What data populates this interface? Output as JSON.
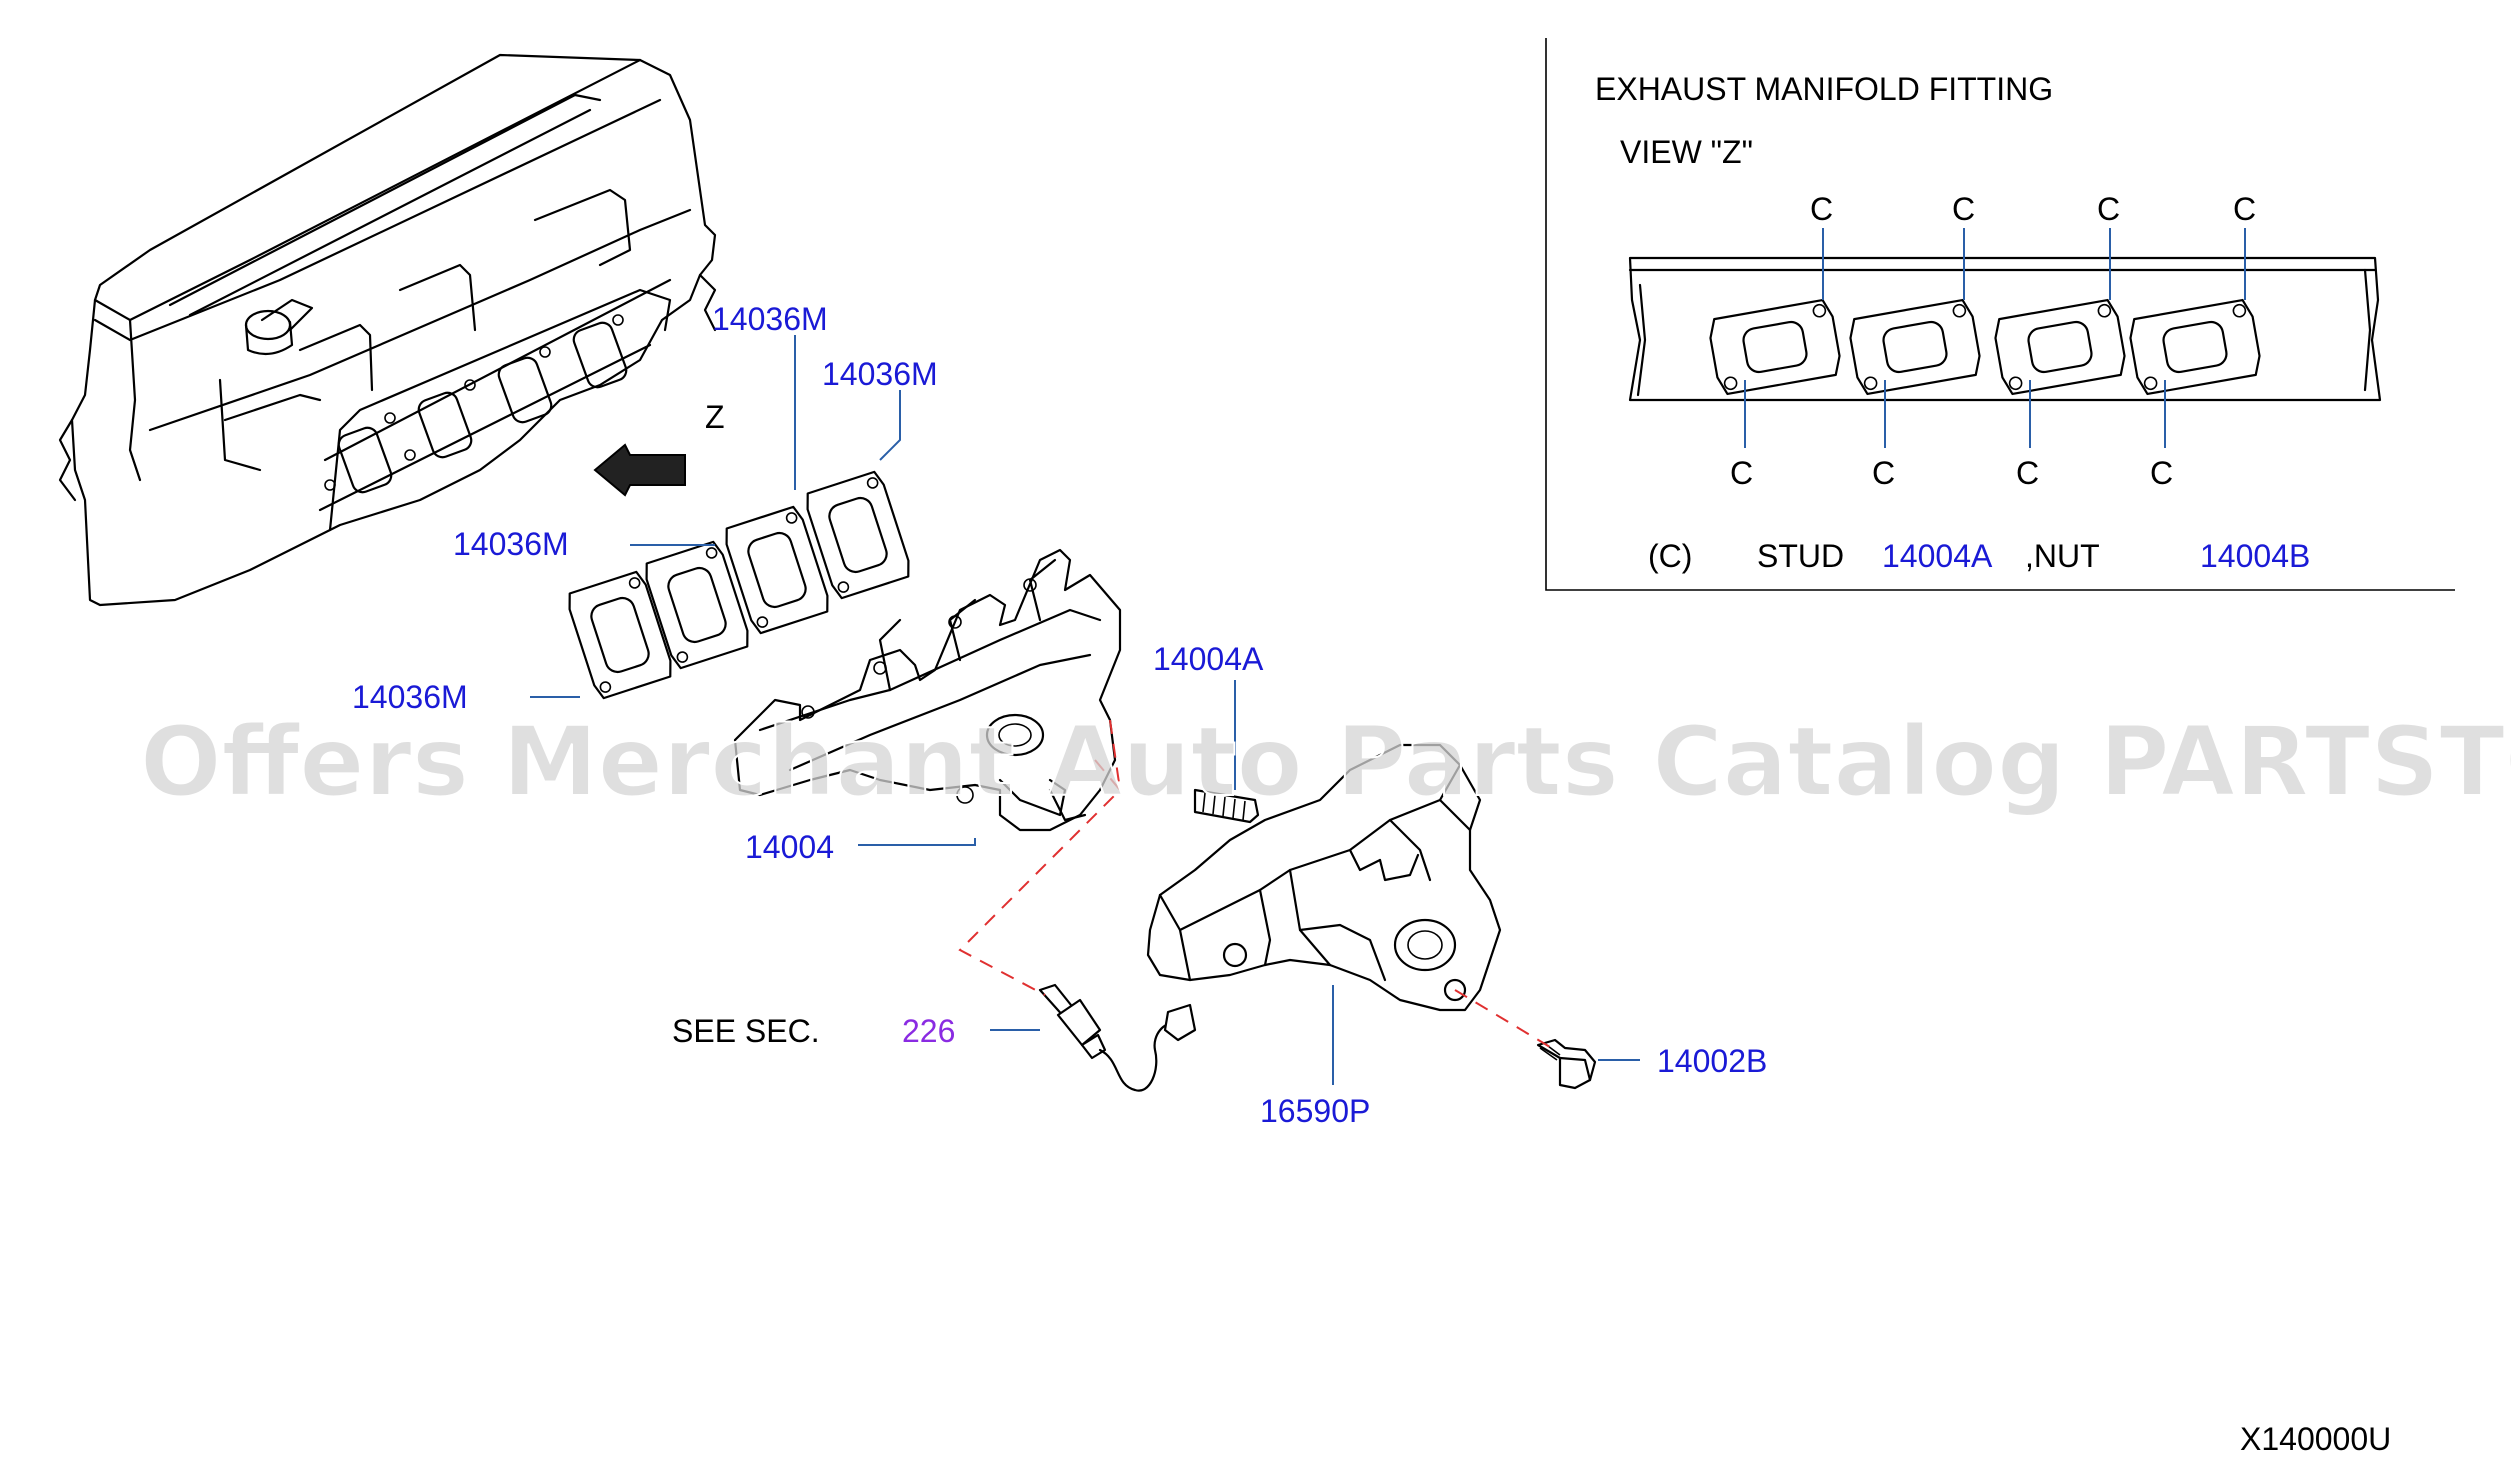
{
  "watermark": "Offers Merchant Auto Parts Catalog PARTSTORE.SA",
  "diagram_code": "X140000U",
  "view_label": "Z",
  "callouts": [
    {
      "id": "gasket_1",
      "label": "14036M"
    },
    {
      "id": "gasket_2",
      "label": "14036M"
    },
    {
      "id": "gasket_3",
      "label": "14036M"
    },
    {
      "id": "gasket_4",
      "label": "14036M"
    },
    {
      "id": "manifold",
      "label": "14004"
    },
    {
      "id": "stud",
      "label": "14004A"
    },
    {
      "id": "heat_shield",
      "label": "16590P"
    },
    {
      "id": "bolt",
      "label": "14002B"
    }
  ],
  "see_section": {
    "prefix": "SEE  SEC.",
    "number": "226"
  },
  "inset": {
    "title": "EXHAUST  MANIFOLD  FITTING",
    "view": "VIEW   \"Z\"",
    "c_marker": "C",
    "legend": {
      "key": "(C)",
      "stud_text": "STUD",
      "stud_part": "14004A",
      "nut_text": ",NUT",
      "nut_part": "14004B"
    }
  }
}
